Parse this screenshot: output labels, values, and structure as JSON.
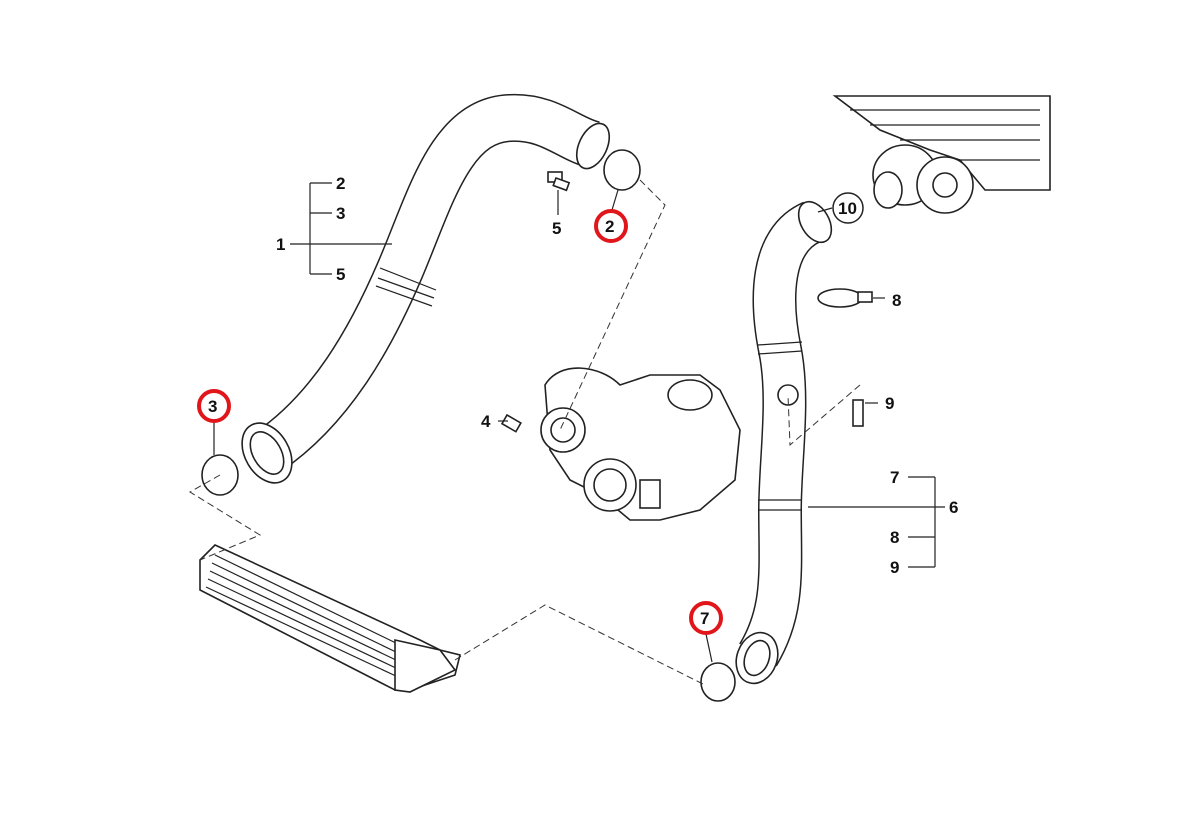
{
  "diagram": {
    "callouts": {
      "item1": "1",
      "item1_sub": [
        "2",
        "3",
        "5"
      ],
      "item5": "5",
      "item2_highlight": "2",
      "item3_highlight": "3",
      "item4": "4",
      "item10": "10",
      "item8": "8",
      "item9": "9",
      "item6": "6",
      "item6_sub": [
        "7",
        "8",
        "9"
      ],
      "item7_highlight": "7"
    },
    "colors": {
      "highlight": "#e0161b",
      "line": "#222222"
    }
  }
}
